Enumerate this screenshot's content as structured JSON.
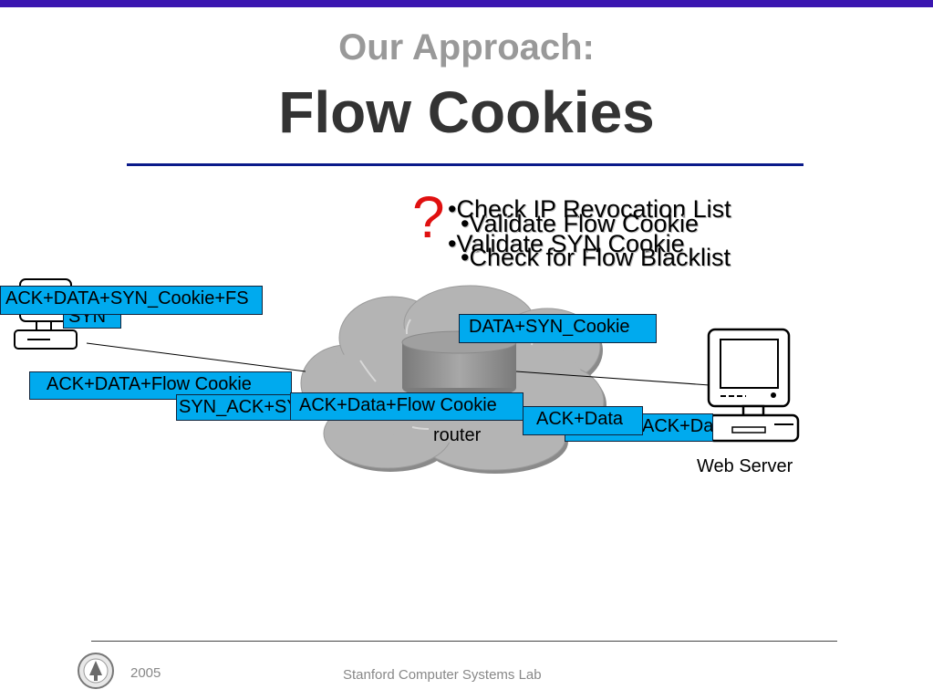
{
  "slide": {
    "subtitle": "Our Approach:",
    "title": "Flow Cookies"
  },
  "checks": {
    "question_mark": "?",
    "items": [
      "•Check IP Revocation List",
      "•Validate Flow Cookie",
      "•Validate SYN Cookie",
      "•Check for Flow Blacklist"
    ]
  },
  "diagram": {
    "router_label": "router",
    "server_label": "Web Server",
    "messages": [
      "ACK+DATA+SYN_Cookie+FS",
      "SYN",
      "DATA+SYN_Cookie",
      "ACK+DATA+Flow Cookie",
      "SYN_ACK+SYN_Cookie",
      "ACK+Data+Flow Cookie",
      "ACK+Data",
      "ACK+Data"
    ]
  },
  "footer": {
    "year": "2005",
    "lab": "Stanford Computer Systems Lab"
  },
  "colors": {
    "label_fill": "#00aaee",
    "top_bar": "#3a16b0",
    "title_rule": "#0a1a8a",
    "question_mark": "#e01010"
  }
}
